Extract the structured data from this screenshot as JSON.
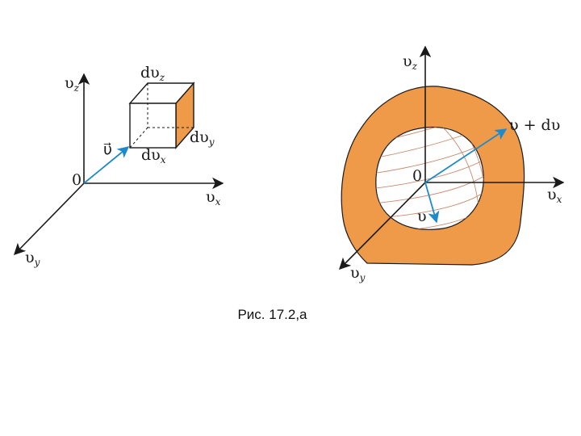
{
  "colors": {
    "accent": "#ee9a48",
    "vector": "#1f8ac9",
    "axis": "#1a1a1a",
    "contour": "#c98a6c"
  },
  "left_diagram": {
    "axis_z": {
      "base": "υ",
      "sub": "z"
    },
    "axis_x": {
      "base": "υ",
      "sub": "x"
    },
    "axis_y": {
      "base": "υ",
      "sub": "y"
    },
    "origin": "0",
    "vector": "υ⃗",
    "cube_dz": {
      "base": "dυ",
      "sub": "z"
    },
    "cube_dy": {
      "base": "dυ",
      "sub": "y"
    },
    "cube_dx": {
      "base": "dυ",
      "sub": "x"
    }
  },
  "right_diagram": {
    "axis_z": {
      "base": "υ",
      "sub": "z"
    },
    "axis_x": {
      "base": "υ",
      "sub": "x"
    },
    "axis_y": {
      "base": "υ",
      "sub": "y"
    },
    "origin": "0",
    "outer_vector": "υ + dυ",
    "inner_vector": "υ"
  },
  "caption": "Рис. 17.2,а"
}
